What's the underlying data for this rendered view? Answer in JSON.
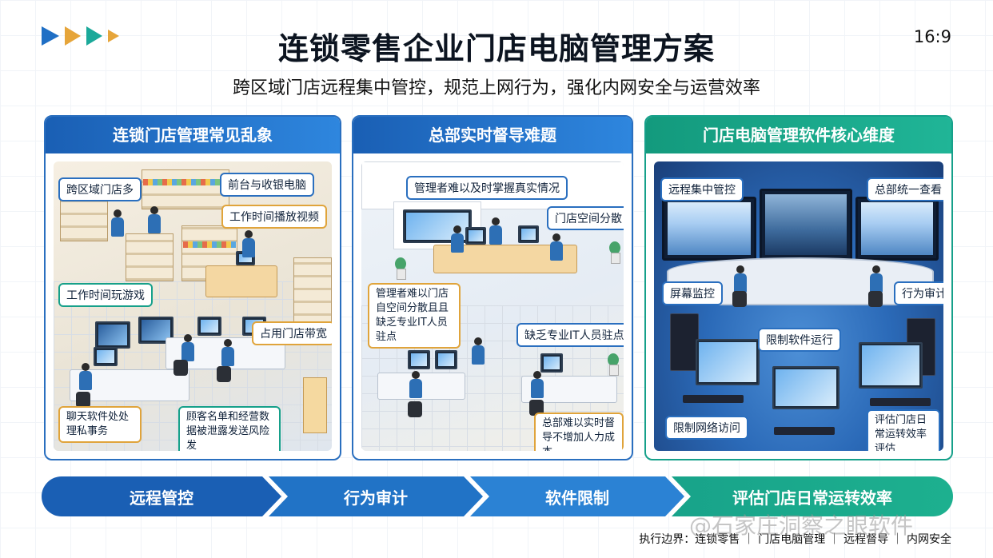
{
  "header": {
    "title": "连锁零售企业门店电脑管理方案",
    "subtitle": "跨区域门店远程集中管控，规范上网行为，强化内网安全与运营效率",
    "aspect_ratio": "16:9"
  },
  "panels": [
    {
      "title": "连锁门店管理常见乱象",
      "callouts": [
        "跨区域门店多",
        "前台与收银电脑",
        "工作时间播放视频",
        "工作时间玩游戏",
        "占用门店带宽",
        "聊天软件处处理私事务",
        "顾客名单和经营数据被泄露发送风险发"
      ]
    },
    {
      "title": "总部实时督导难题",
      "callouts": [
        "管理者难以及时掌握真实情况",
        "门店空间分散",
        "管理者难以门店自空间分散且且缺乏专业IT人员驻点",
        "缺乏专业IT人员驻点",
        "总部难以实时督导不增加人力成本"
      ]
    },
    {
      "title": "门店电脑管理软件核心维度",
      "callouts": [
        "远程集中管控",
        "总部统一查看",
        "屏幕监控",
        "行为审计",
        "限制软件运行",
        "限制网络访问",
        "评估门店日常运转效率评估"
      ]
    }
  ],
  "flow": [
    "远程管控",
    "行为审计",
    "软件限制",
    "评估门店日常运转效率"
  ],
  "footer": "执行边界：连锁零售 ｜ 门店电脑管理 ｜ 远程督导 ｜ 内网安全",
  "watermark": "@石家庄洞察之眼软件",
  "colors": {
    "blue": "#1a5fb4",
    "green": "#16a08a",
    "orange": "#e6a53a"
  }
}
